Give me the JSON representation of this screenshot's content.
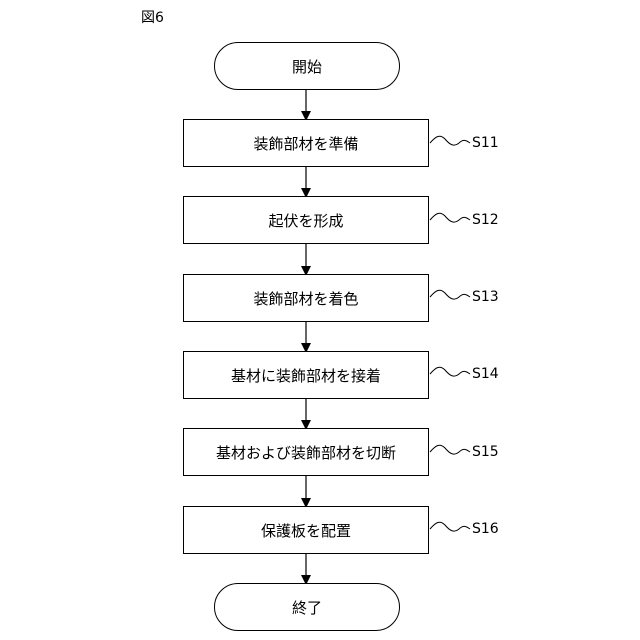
{
  "figure": {
    "label": "図6"
  },
  "flowchart": {
    "start": "開始",
    "end": "終了",
    "steps": [
      {
        "id": "S11",
        "text": "装飾部材を準備"
      },
      {
        "id": "S12",
        "text": "起伏を形成"
      },
      {
        "id": "S13",
        "text": "装飾部材を着色"
      },
      {
        "id": "S14",
        "text": "基材に装飾部材を接着"
      },
      {
        "id": "S15",
        "text": "基材および装飾部材を切断"
      },
      {
        "id": "S16",
        "text": "保護板を配置"
      }
    ]
  }
}
